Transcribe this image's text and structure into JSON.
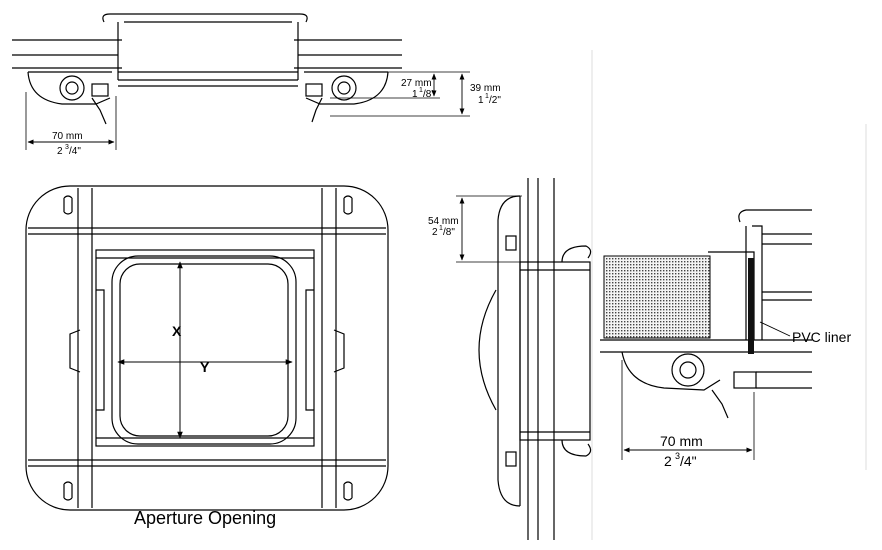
{
  "top_view": {
    "dim_27": {
      "metric": "27 mm",
      "imp_whole": "1",
      "imp_num": "1",
      "imp_den": "/8\""
    },
    "dim_39": {
      "metric": "39 mm",
      "imp_whole": "1",
      "imp_num": "1",
      "imp_den": "/2\""
    },
    "dim_70": {
      "metric": "70 mm",
      "imp_whole": "2",
      "imp_num": "3",
      "imp_den": "/4\""
    }
  },
  "front_view": {
    "x_label": "X",
    "y_label": "Y",
    "caption": "Aperture Opening"
  },
  "side_view": {
    "dim_54": {
      "metric": "54 mm",
      "imp_whole": "2",
      "imp_num": "1",
      "imp_den": "/8\""
    }
  },
  "detail_view": {
    "liner_label": "PVC liner",
    "dim_70": {
      "metric": "70 mm",
      "imp_whole": "2",
      "imp_num": "3",
      "imp_den": "/4\""
    }
  }
}
